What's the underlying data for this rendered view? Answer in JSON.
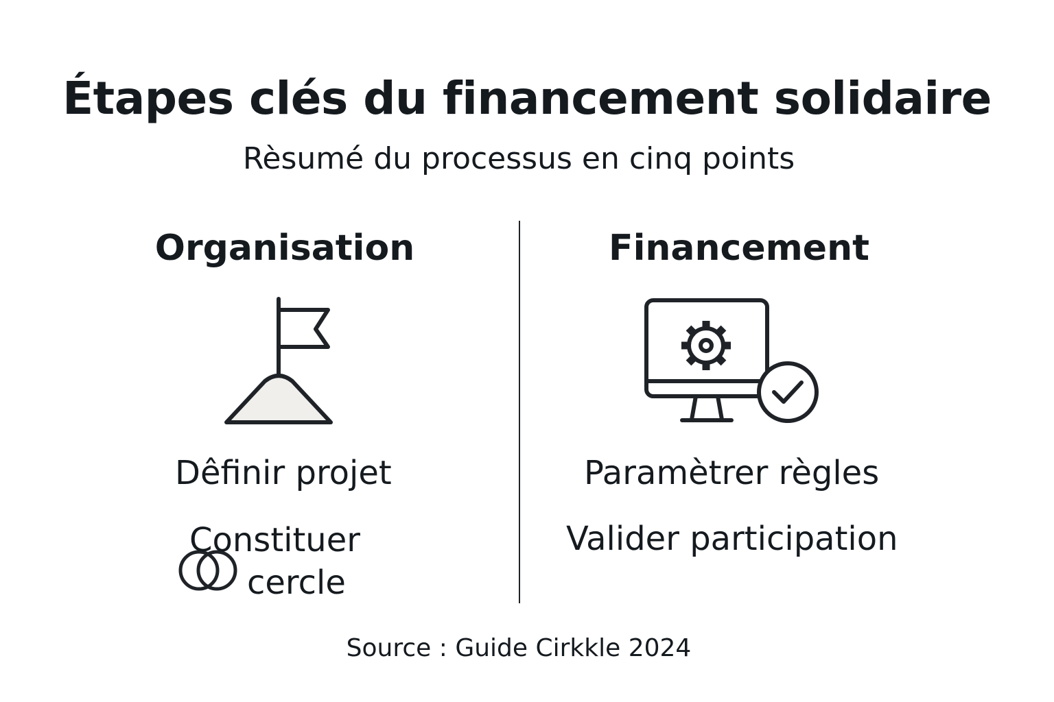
{
  "header": {
    "title": "Étapes clés du financement solidaire",
    "subtitle": "Rèsumé du processus en cinq points"
  },
  "columns": [
    {
      "heading": "Organisation",
      "icon": "flag-on-hill-icon",
      "steps": [
        "Dêfinir projet",
        "Constituer",
        "cercle"
      ]
    },
    {
      "heading": "Financement",
      "icon": "monitor-gear-check-icon",
      "steps": [
        "Paramètrer règles",
        "Valider participation"
      ]
    }
  ],
  "footer": {
    "source": "Source : Guide Cirkkle 2024"
  },
  "colors": {
    "text": "#151a1f",
    "hill_fill": "#f0efec",
    "stroke": "#1f2328"
  }
}
